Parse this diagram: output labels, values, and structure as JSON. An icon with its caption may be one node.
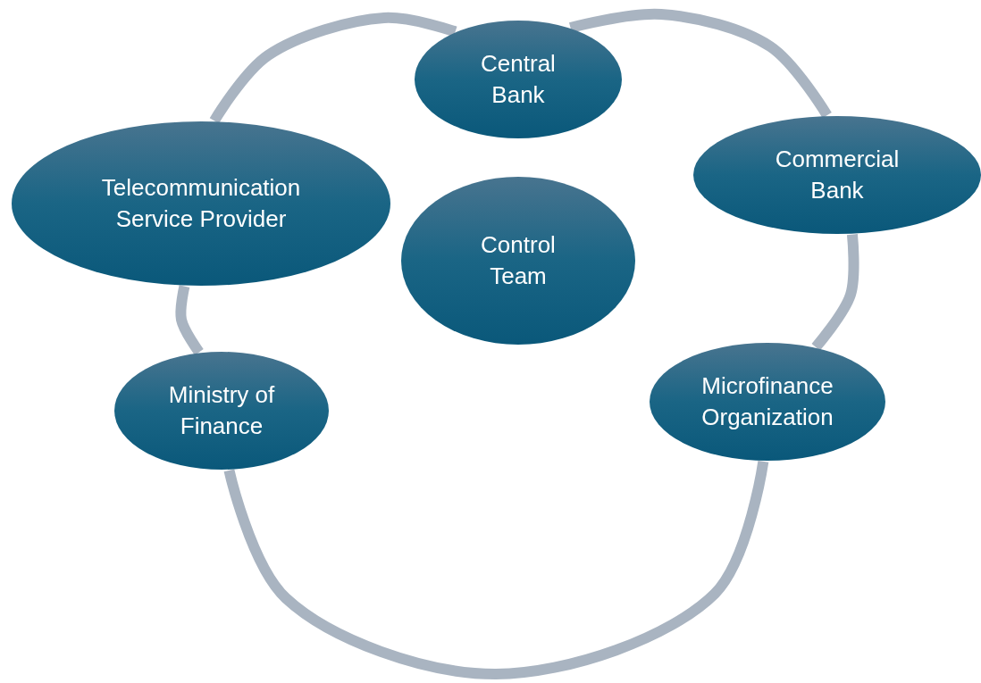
{
  "diagram": {
    "nodes": [
      {
        "text": [
          "Central Bank"
        ]
      },
      {
        "text": [
          "Telecommunication Service Provider"
        ]
      },
      {
        "text": [
          "Commercial Bank"
        ]
      },
      {
        "text": [
          "Control Team"
        ]
      },
      {
        "text": [
          "Ministry of Finance"
        ]
      },
      {
        "text": [
          "Microfinance Organization"
        ]
      }
    ],
    "edges": [
      {
        "from": 1,
        "to": 0,
        "arrow": "none"
      },
      {
        "from": 0,
        "to": 2,
        "arrow": "none"
      },
      {
        "from": 2,
        "to": 5,
        "arrow": "none"
      },
      {
        "from": 5,
        "to": 4,
        "arrow": "none"
      },
      {
        "from": 4,
        "to": 1,
        "arrow": "none"
      }
    ]
  }
}
